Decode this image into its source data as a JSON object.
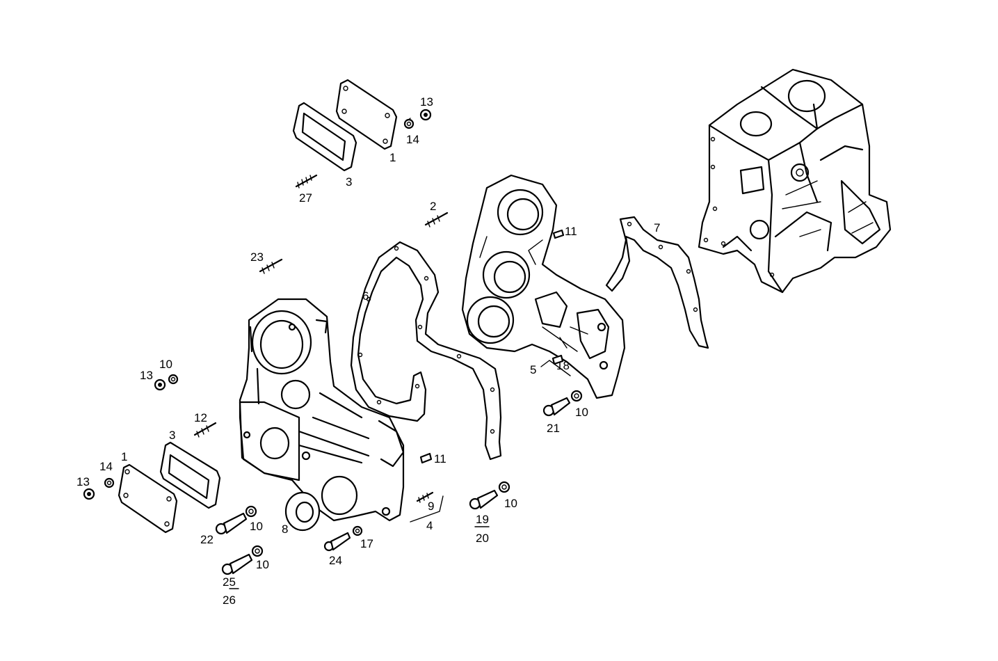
{
  "diagram": {
    "callouts": {
      "c1_top": "1",
      "c3_top": "3",
      "c13_top": "13",
      "c14_top": "14",
      "c27": "27",
      "c2": "2",
      "c23": "23",
      "c6": "6",
      "c11_top": "11",
      "c7": "7",
      "c5": "5",
      "c18": "18",
      "c21": "21",
      "c10_mid": "10",
      "c13_left": "13",
      "c10_left": "10",
      "c12": "12",
      "c3_bottom": "3",
      "c1_bottom": "1",
      "c14_bottom": "14",
      "c13_bottom": "13",
      "c11_bottom": "11",
      "c9": "9",
      "c4": "4",
      "c19": "19",
      "c20": "20",
      "c10_right": "10",
      "c22": "22",
      "c10_b1": "10",
      "c8": "8",
      "c24": "24",
      "c17": "17",
      "c25": "25",
      "c26": "26",
      "c10_b2": "10"
    }
  }
}
